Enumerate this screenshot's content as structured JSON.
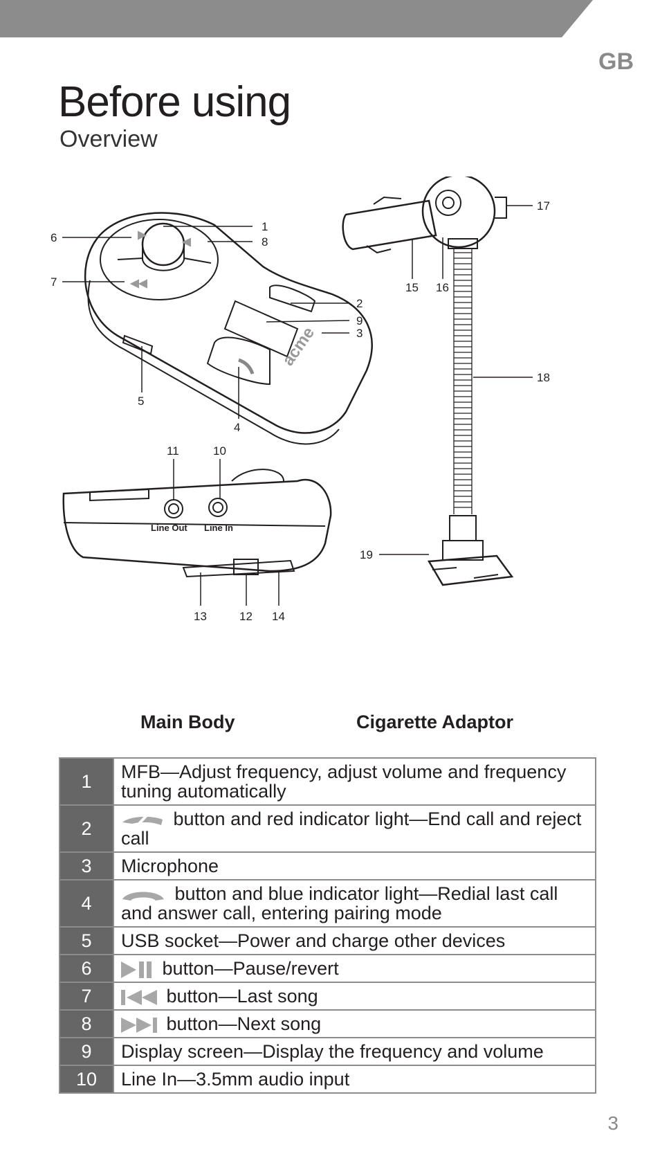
{
  "header": {
    "language": "GB"
  },
  "page": {
    "title": "Before using",
    "subtitle": "Overview",
    "number": "3"
  },
  "colors": {
    "band": "#8c8c8c",
    "number_cell": "#666666",
    "icon_grey": "#a7a7a7"
  },
  "diagram": {
    "callouts": [
      "1",
      "2",
      "3",
      "4",
      "5",
      "6",
      "7",
      "8",
      "9",
      "10",
      "11",
      "12",
      "13",
      "14",
      "15",
      "16",
      "17",
      "18",
      "19"
    ],
    "device_brand": "acme",
    "port_labels": {
      "line_out": "Line Out",
      "line_in": "Line In"
    }
  },
  "captions": {
    "main_body": "Main Body",
    "cigarette_adaptor": "Cigarette Adaptor"
  },
  "parts": [
    {
      "num": "1",
      "text": "MFB—Adjust frequency, adjust volume and frequency tuning automatically",
      "icon": ""
    },
    {
      "num": "2",
      "text": " button and red indicator light—End call and reject call",
      "icon": "end-call-icon"
    },
    {
      "num": "3",
      "text": "Microphone",
      "icon": ""
    },
    {
      "num": "4",
      "text": " button and blue indicator light—Redial last call and answer call, entering pairing mode",
      "icon": "answer-call-icon"
    },
    {
      "num": "5",
      "text": "USB socket—Power and charge other devices",
      "icon": ""
    },
    {
      "num": "6",
      "text": " button—Pause/revert",
      "icon": "play-pause-icon"
    },
    {
      "num": "7",
      "text": " button—Last song",
      "icon": "previous-track-icon"
    },
    {
      "num": "8",
      "text": " button—Next song",
      "icon": "next-track-icon"
    },
    {
      "num": "9",
      "text": "Display screen—Display the frequency and volume",
      "icon": ""
    },
    {
      "num": "10",
      "text": "Line In—3.5mm audio input",
      "icon": ""
    }
  ]
}
